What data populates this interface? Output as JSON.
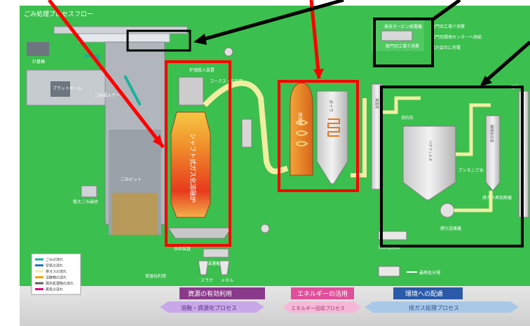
{
  "colors": {
    "background_green": "#3bbf4e",
    "background_gray": "#d8d8d8",
    "highlight_red": "#ff0000",
    "highlight_black": "#000000",
    "flue_gas": "#f1eea2",
    "water_flow": "#1aa8a0",
    "furnace_orange": "#e8791c"
  },
  "diagram": {
    "title": "ごみ処理プロセスフロー",
    "labels": {
      "scale": "計量棟",
      "platform": "プラットホーム",
      "refuse_gate": "ごみ投入ゲート",
      "refuse_pit": "ごみピット",
      "bulky_crusher": "粗大ごみ破砕",
      "refuse_crane_motor": "炉頂投入装置",
      "coke": "コークス・石灰石",
      "melting_furnace": "シャフト式ガス化溶融炉",
      "combustion_chamber": "燃焼室",
      "boiler": "ボイラ",
      "steam_turbine": "蒸気タービン発電機",
      "power_use_1": "新門司工場で消費",
      "power_use_2": "新門司環境センターへ供給",
      "power_sale": "電力会社に売電",
      "power_use_3": "新門司工場で消費",
      "gas_cooler": "減温塔",
      "bag_filter": "バグフィルタ",
      "catalyst_reactor": "触媒反応塔",
      "ammonia": "アンモニア水",
      "induced_fan": "誘引送風機",
      "exhaust_heater": "排ガス再加熱器",
      "stack": "煙突",
      "reactant": "消石灰",
      "cooling_tower": "減温塔",
      "slag_conveyor": "水砕装置",
      "slag": "スラグ",
      "metal": "メタル",
      "magnet_separator": "磁選機",
      "fly_ash_treatment": "飛灰処理",
      "fly_ash_silo": "飛灰処理物",
      "landfill": "最終処分場",
      "resource_use": "資源化利用",
      "dust": "集じん灰"
    },
    "legend": [
      {
        "label": "ごみの流れ",
        "color": "#1ab29a"
      },
      {
        "label": "空気の流れ",
        "color": "#1a7ac0"
      },
      {
        "label": "排ガスの流れ",
        "color": "#f1eea2"
      },
      {
        "label": "溶融物の流れ",
        "color": "#f0a000"
      },
      {
        "label": "飛灰処理物の流れ",
        "color": "#606060"
      },
      {
        "label": "蒸気の流れ",
        "color": "#e0007a"
      }
    ],
    "bottom": {
      "section1_title": "資源の有効利用",
      "section1_sub": "溶融・資源化プロセス",
      "section2_title": "エネルギーの活用",
      "section2_sub": "エネルギー回収プロセス",
      "section3_title": "環境への配慮",
      "section3_sub": "排ガス処理プロセス"
    }
  }
}
